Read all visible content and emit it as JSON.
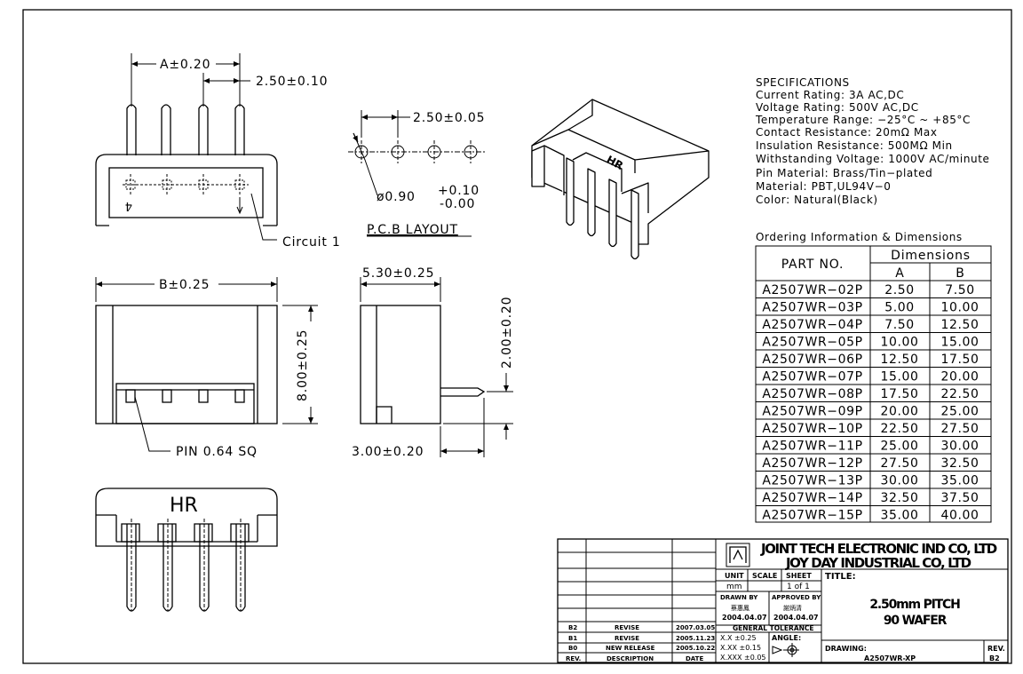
{
  "drawing": {
    "dims": {
      "dim_a": "A±0.20",
      "pitch_top": "2.50±0.10",
      "pcb_pitch": "2.50±0.05",
      "hole_dia": "ø0.90",
      "hole_tol_plus": "+0.10",
      "hole_tol_minus": "-0.00",
      "pcb_layout_label": "P.C.B LAYOUT",
      "circuit1": "Circuit 1",
      "dim_b": "B±0.25",
      "dim_depth": "5.30±0.25",
      "dim_height": "8.00±0.25",
      "dim_pin_height": "2.00±0.20",
      "dim_pin_len": "3.00±0.20",
      "pin_sq": "PIN 0.64 SQ",
      "hr_front": "HR",
      "hr_iso": "HR",
      "circuit_mark": "4"
    },
    "specifications": {
      "title": "SPECIFICATIONS",
      "lines": [
        "Current Rating: 3A AC,DC",
        "Voltage Rating: 500V AC,DC",
        "Temperature Range: −25°C ~ +85°C",
        "Contact Resistance: 20mΩ Max",
        "Insulation Resistance: 500MΩ Min",
        "Withstanding Voltage: 1000V AC/minute",
        "Pin Material: Brass/Tin−plated",
        "Material: PBT,UL94V−0",
        "Color: Natural(Black)"
      ]
    },
    "ordering": {
      "title": "Ordering Information & Dimensions",
      "col_part": "PART NO.",
      "col_dims": "Dimensions",
      "col_a": "A",
      "col_b": "B",
      "rows": [
        [
          "A2507WR−02P",
          "2.50",
          "7.50"
        ],
        [
          "A2507WR−03P",
          "5.00",
          "10.00"
        ],
        [
          "A2507WR−04P",
          "7.50",
          "12.50"
        ],
        [
          "A2507WR−05P",
          "10.00",
          "15.00"
        ],
        [
          "A2507WR−06P",
          "12.50",
          "17.50"
        ],
        [
          "A2507WR−07P",
          "15.00",
          "20.00"
        ],
        [
          "A2507WR−08P",
          "17.50",
          "22.50"
        ],
        [
          "A2507WR−09P",
          "20.00",
          "25.00"
        ],
        [
          "A2507WR−10P",
          "22.50",
          "27.50"
        ],
        [
          "A2507WR−11P",
          "25.00",
          "30.00"
        ],
        [
          "A2507WR−12P",
          "27.50",
          "32.50"
        ],
        [
          "A2507WR−13P",
          "30.00",
          "35.00"
        ],
        [
          "A2507WR−14P",
          "32.50",
          "37.50"
        ],
        [
          "A2507WR−15P",
          "35.00",
          "40.00"
        ]
      ]
    },
    "title_block": {
      "company1": "JOINT TECH ELECTRONIC IND CO, LTD",
      "company2": "JOY DAY INDUSTRIAL CO, LTD",
      "unit_label": "UNIT",
      "unit_value": "mm",
      "scale_label": "SCALE",
      "sheet_label": "SHEET",
      "sheet_value": "1 of 1",
      "title_label": "TITLE:",
      "title_line1": "2.50mm PITCH",
      "title_line2": "90 WAFER",
      "drawn_by_label": "DRAWN BY",
      "drawn_by_name": "蔡惠鳳",
      "drawn_date": "2004.04.07",
      "approved_by_label": "APPROVED BY",
      "approved_by_name": "謝炳清",
      "approved_date": "2004.04.07",
      "tolerance_label": "GENERAL TOLERANCE",
      "tol1": "X.X ±0.25",
      "tol2": "X.XX ±0.15",
      "tol3": "X.XXX ±0.05",
      "angle_label": "ANGLE:",
      "drawing_no_label": "DRAWING:",
      "drawing_no": "A2507WR-XP",
      "rev_label": "REV.",
      "rev_value": "B2",
      "revisions": [
        {
          "rev": "B2",
          "desc": "REVISE",
          "date": "2007.03.05"
        },
        {
          "rev": "B1",
          "desc": "REVISE",
          "date": "2005.11.23"
        },
        {
          "rev": "B0",
          "desc": "NEW RELEASE",
          "date": "2005.10.22"
        }
      ],
      "rev_head": {
        "rev": "REV.",
        "desc": "DESCRIPTION",
        "date": "DATE"
      }
    }
  }
}
